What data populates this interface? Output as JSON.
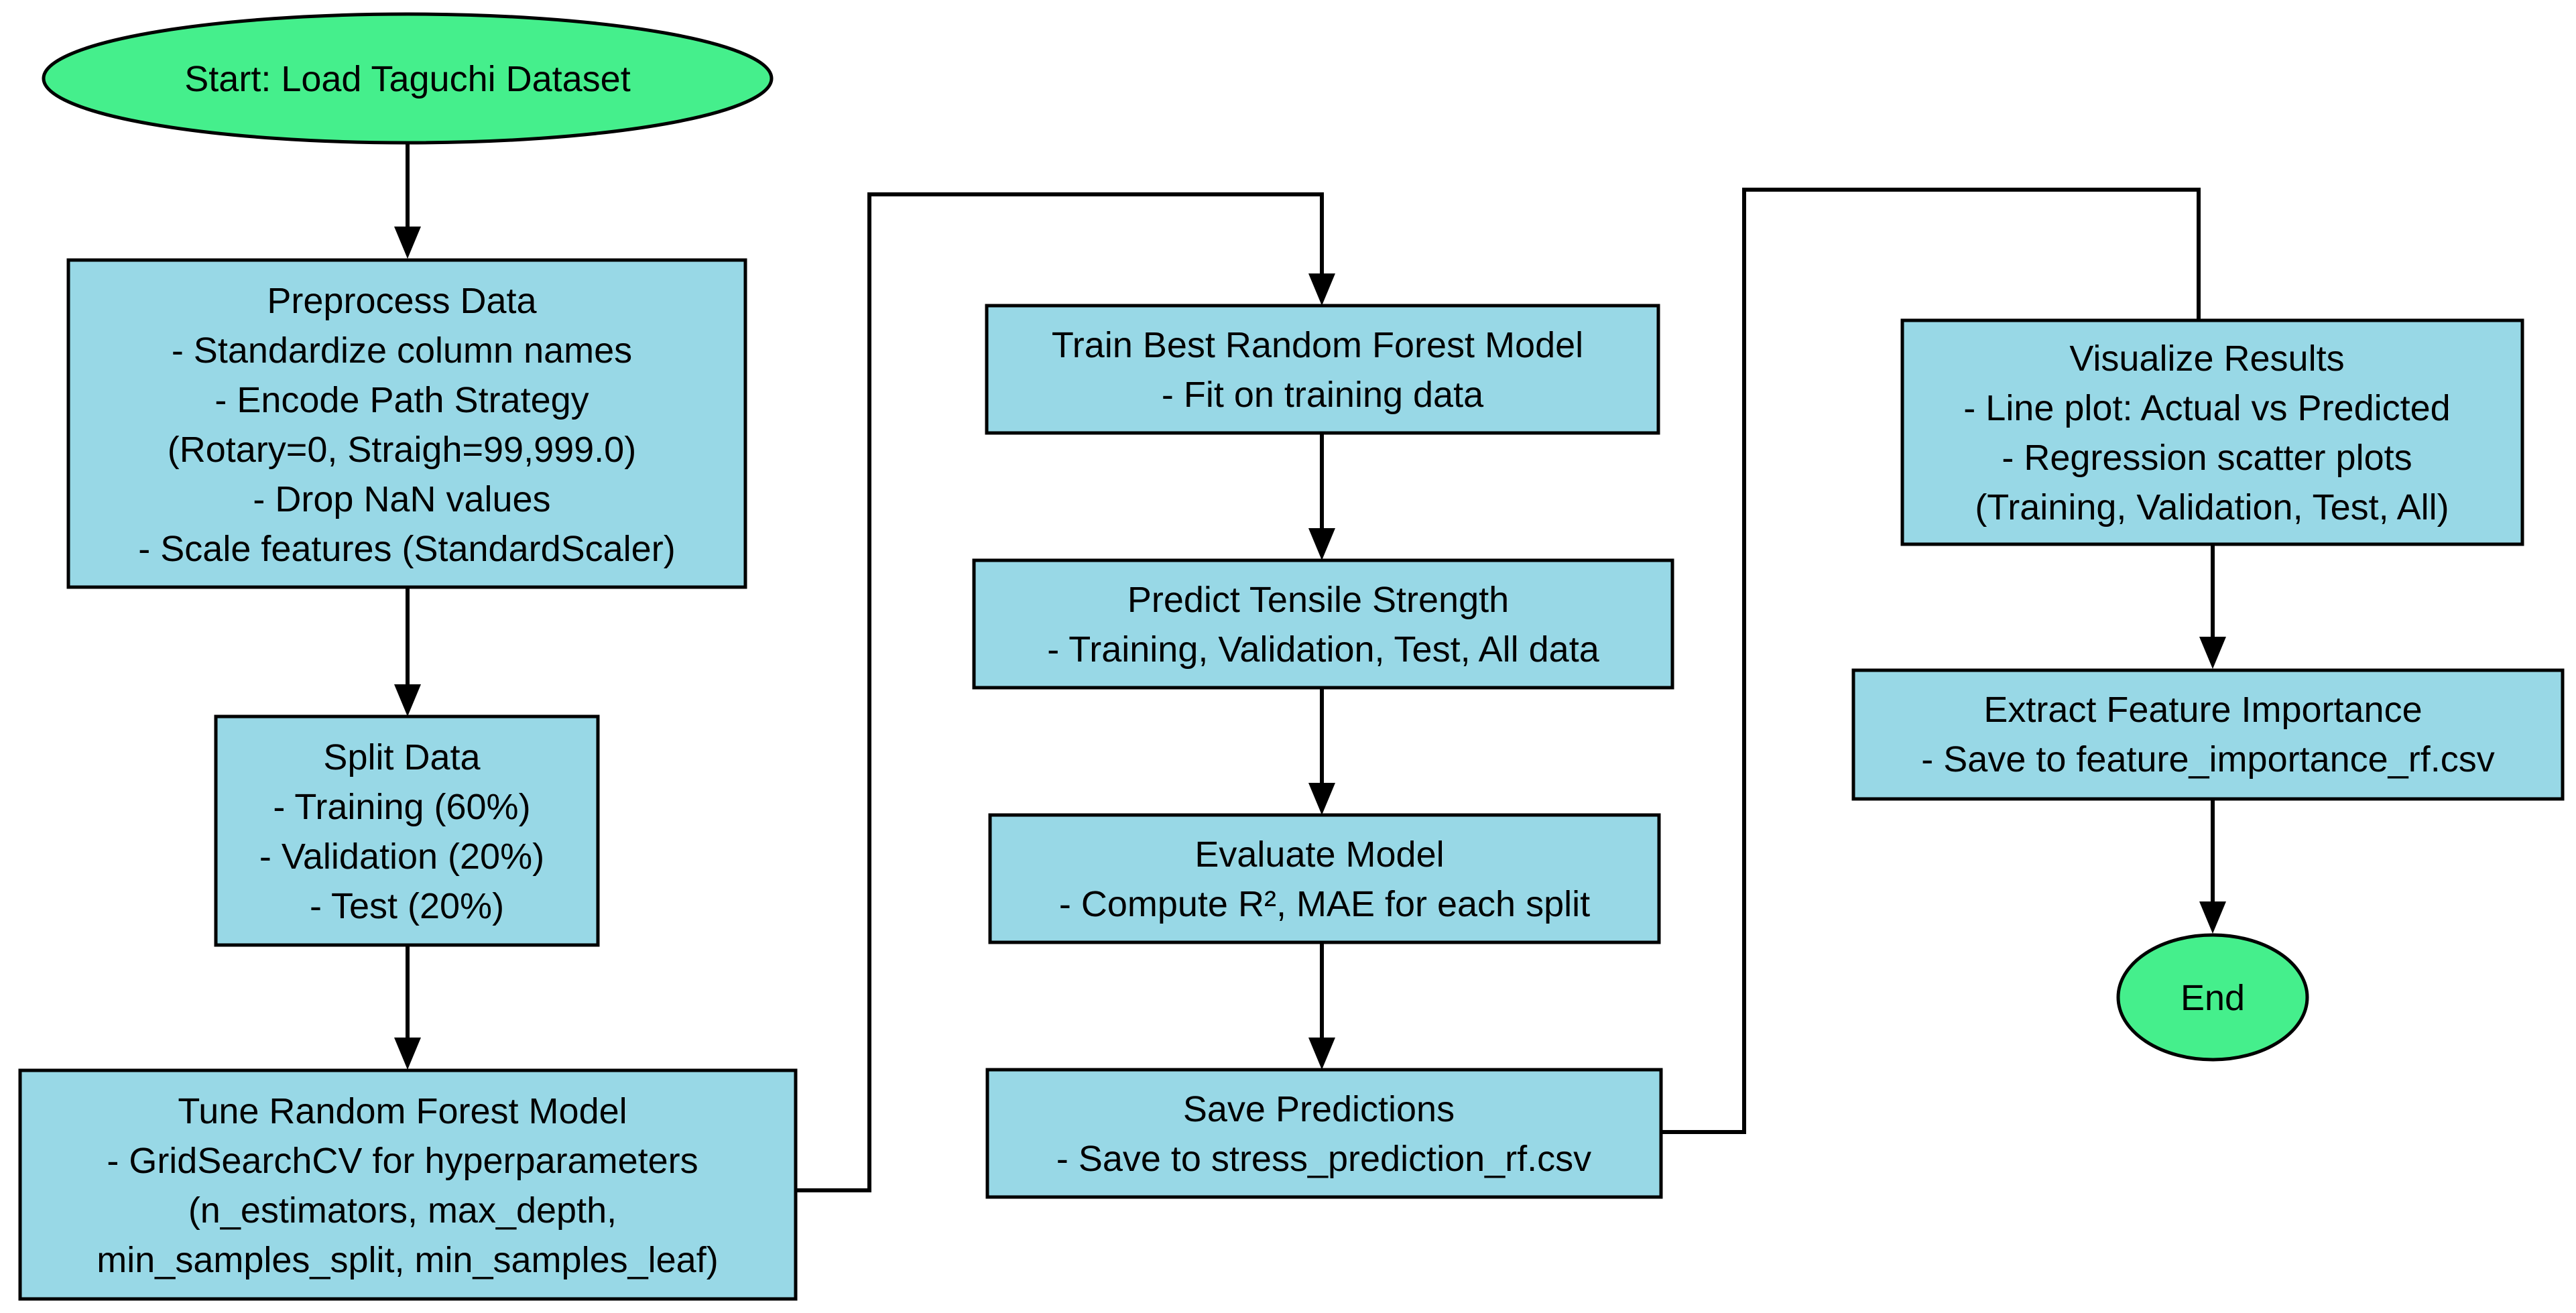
{
  "colors": {
    "process_fill": "#98d8e6",
    "terminal_fill": "#45ef8c",
    "stroke": "#000000"
  },
  "nodes": {
    "start": {
      "lines": [
        "Start: Load Taguchi Dataset"
      ]
    },
    "preprocess": {
      "lines": [
        "Preprocess Data",
        "- Standardize column names",
        "- Encode Path Strategy",
        "(Rotary=0, Straigh=99,999.0)",
        "- Drop NaN values",
        "- Scale features (StandardScaler)"
      ]
    },
    "split": {
      "lines": [
        "Split Data",
        "- Training (60%)",
        "- Validation (20%)",
        "- Test (20%)"
      ]
    },
    "tune": {
      "lines": [
        "Tune Random Forest Model",
        "- GridSearchCV for hyperparameters",
        "(n_estimators, max_depth,",
        "min_samples_split, min_samples_leaf)"
      ]
    },
    "train": {
      "lines": [
        "Train Best Random Forest Model",
        "- Fit on training data"
      ]
    },
    "predict": {
      "lines": [
        "Predict Tensile Strength",
        "- Training, Validation, Test, All data"
      ]
    },
    "evaluate": {
      "lines": [
        "Evaluate Model",
        "- Compute R², MAE for each split"
      ]
    },
    "save": {
      "lines": [
        "Save Predictions",
        "- Save to stress_prediction_rf.csv"
      ]
    },
    "visualize": {
      "lines": [
        "Visualize Results",
        "- Line plot: Actual vs Predicted",
        "- Regression scatter plots",
        "(Training, Validation, Test, All)"
      ]
    },
    "extract": {
      "lines": [
        "Extract Feature Importance",
        "- Save to feature_importance_rf.csv"
      ]
    },
    "end": {
      "lines": [
        "End"
      ]
    }
  }
}
